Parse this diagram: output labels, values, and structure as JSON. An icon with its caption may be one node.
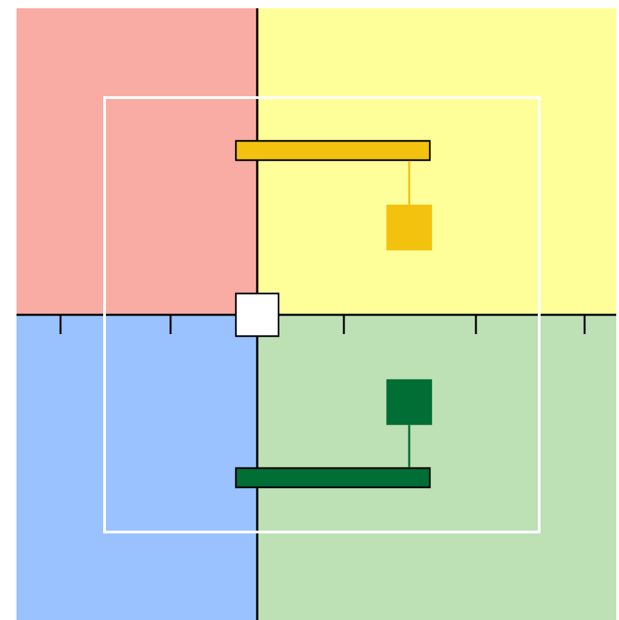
{
  "diagram": {
    "nodes": [
      {
        "text": [],
        "shape": "bar"
      },
      {
        "text": [],
        "shape": "box"
      },
      {
        "text": [],
        "shape": "box"
      },
      {
        "text": [],
        "shape": "box"
      },
      {
        "text": [],
        "shape": "bar"
      }
    ],
    "edges": [
      {
        "from": 0,
        "to": 1,
        "arrow": "none",
        "color": "#f2c20f"
      },
      {
        "from": 3,
        "to": 4,
        "arrow": "none",
        "color": "#006e35"
      }
    ]
  }
}
